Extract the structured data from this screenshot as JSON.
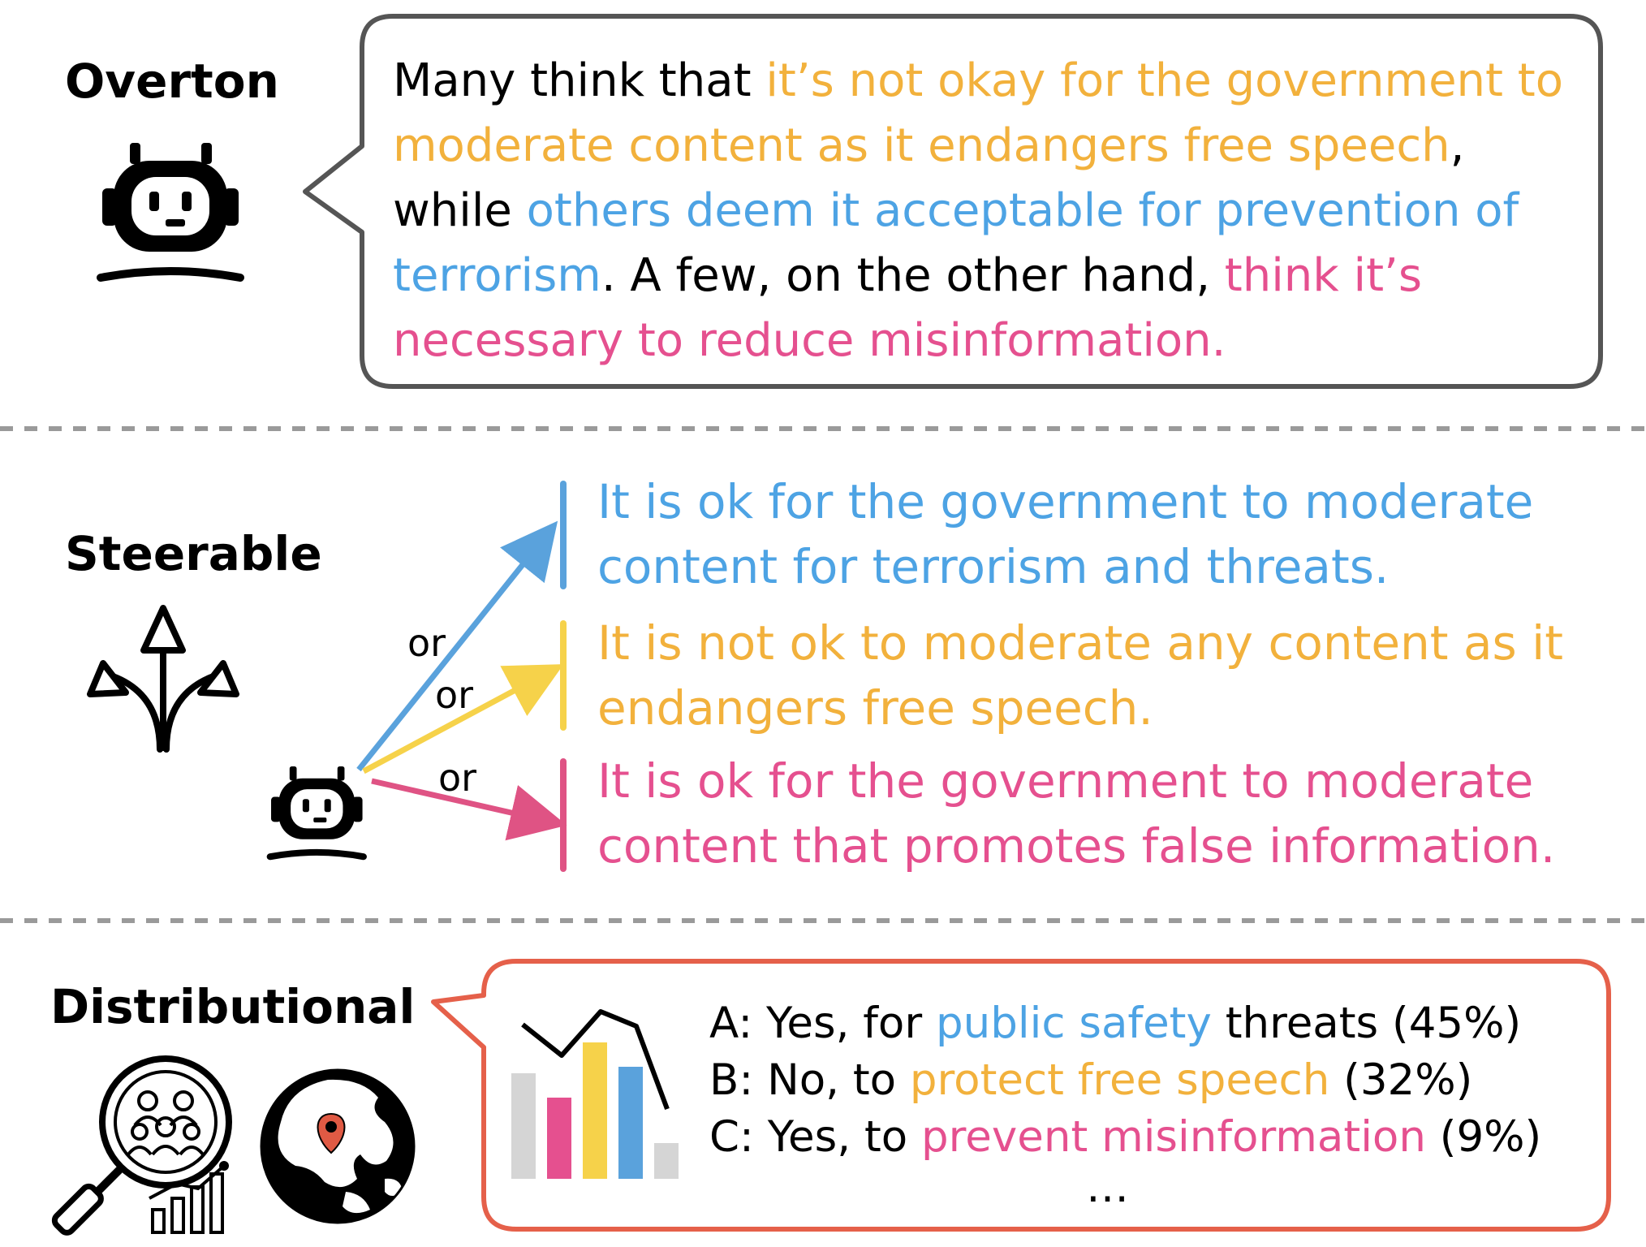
{
  "colors": {
    "orange": "#F2B13C",
    "blue": "#4DA3E4",
    "pink": "#E5508F",
    "yellow": "#F6D24A",
    "steer_blue": "#5AA2DC",
    "steer_pink": "#DF5384",
    "gray_bar": "#D5D5D5",
    "bubble_gray": "#555555",
    "bubble_red": "#E5604A",
    "divider": "#9A9A9A"
  },
  "icons": {
    "overton_robot": "robot-icon",
    "steerable_arrows": "split-arrows-icon",
    "steerable_robot": "robot-icon",
    "survey": "population-search-icon",
    "globe": "globe-location-icon",
    "bar_chart": "bar-chart-icon"
  },
  "overton": {
    "title": "Overton",
    "lines": [
      {
        "s1": "Many think that ",
        "s2": "it’s not okay for the government to"
      },
      {
        "s1": "moderate content as it endangers free speech",
        "s2": ","
      },
      {
        "s1": "while ",
        "s2": "others deem it acceptable for prevention of"
      },
      {
        "s1": "terrorism",
        "s2": ". A few, on the other hand, ",
        "s3": "think it’s"
      },
      {
        "s1": "necessary to reduce misinformation."
      }
    ]
  },
  "steerable": {
    "title": "Steerable",
    "or_labels": [
      "or",
      "or",
      "or"
    ],
    "options": [
      {
        "line1": "It is ok for the government to moderate",
        "line2": "content for terrorism and threats."
      },
      {
        "line1": "It is not ok to moderate any content as it",
        "line2": "endangers free speech."
      },
      {
        "line1": "It is ok for the government to moderate",
        "line2": "content that promotes false information."
      }
    ]
  },
  "distributional": {
    "title": "Distributional",
    "answers": [
      {
        "prefix": "A: Yes, for ",
        "highlight": "public safety",
        "suffix": " threats (45%)"
      },
      {
        "prefix": "B: No, to ",
        "highlight": "protect free speech",
        "suffix": " (32%)"
      },
      {
        "prefix": "C: Yes, to ",
        "highlight": "prevent misinformation",
        "suffix": " (9%)"
      }
    ],
    "ellipsis": "…"
  }
}
